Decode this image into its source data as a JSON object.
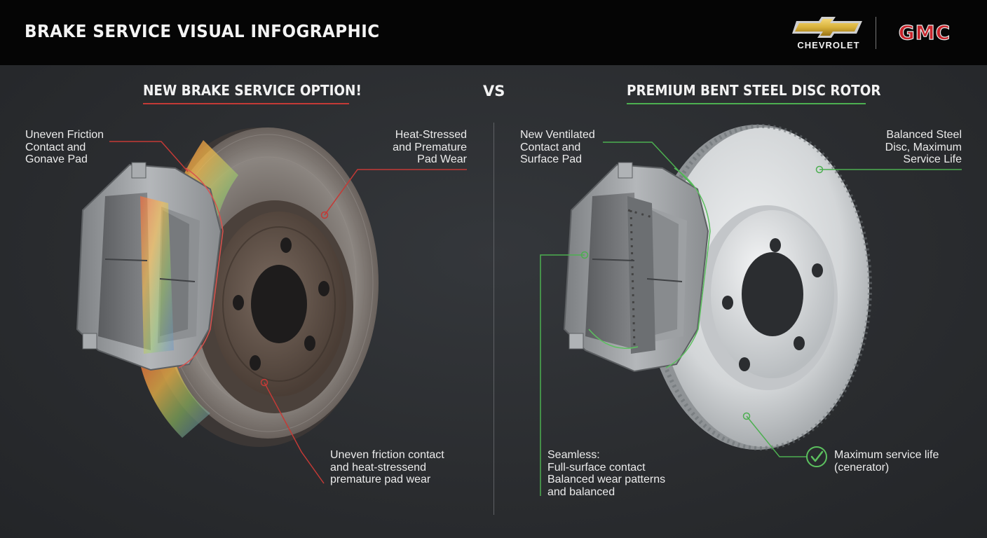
{
  "header": {
    "title": "BRAKE SERVICE VISUAL INFOGRAPHIC",
    "brands": {
      "chevrolet": "CHEVROLET",
      "gmc": "GMC"
    }
  },
  "left_panel": {
    "title": "NEW BRAKE SERVICE OPTION!",
    "labels": {
      "upper_left": "Uneven Friction\nContact and\nGonave Pad",
      "upper_right": "Heat-Stressed\nand Premature\nPad Wear",
      "bottom": "Uneven friction contact\nand heat-stressend\npremature pad wear"
    }
  },
  "vs_label": "VS",
  "right_panel": {
    "title": "PREMIUM BENT STEEL DISC ROTOR",
    "labels": {
      "upper_left": "New Ventilated\nContact and\nSurface Pad",
      "upper_right": "Balanced Steel\nDisc, Maximum\nService Life",
      "bottom_left": "Seamless:\nFull-surface contact\nBalanced wear patterns\nand balanced",
      "bottom_right": "Maximum service life\n(cenerator)"
    }
  },
  "colors": {
    "header_bg": "#050505",
    "panel_bg": "#2a2c2f",
    "accent_red": "#c43a36",
    "accent_green": "#4caf50",
    "chevy_gold": "#d9b23c",
    "gmc_red": "#c8242b"
  },
  "icons": [
    "chevrolet-bowtie-logo",
    "gmc-logo",
    "check-circle-icon",
    "callout-dot-icon"
  ]
}
